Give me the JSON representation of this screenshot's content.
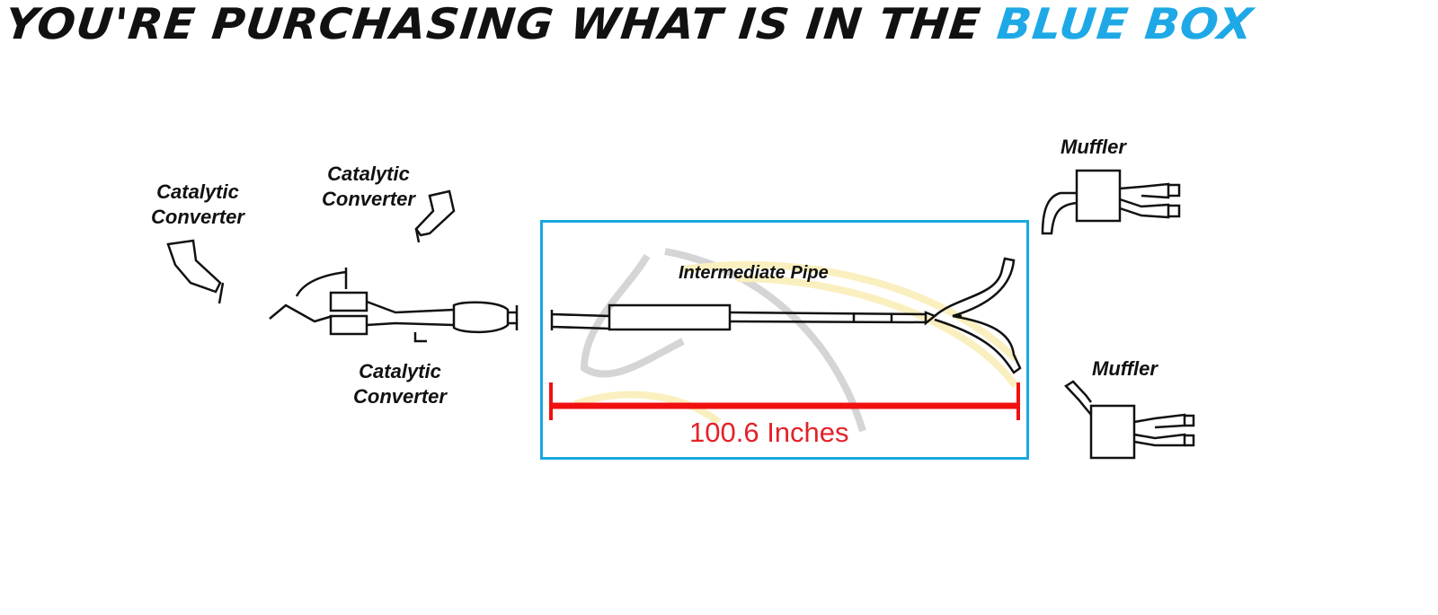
{
  "title": {
    "prefix": "YOU'RE PURCHASING WHAT IS IN THE",
    "highlight": "BLUE BOX"
  },
  "labels": {
    "cat1": [
      "Catalytic",
      "Converter"
    ],
    "cat2": [
      "Catalytic",
      "Converter"
    ],
    "cat3": [
      "Catalytic",
      "Converter"
    ],
    "intermediate_pipe": "Intermediate Pipe",
    "muffler_top": "Muffler",
    "muffler_bottom": "Muffler"
  },
  "measurement": "100.6 Inches",
  "colors": {
    "accent_blue": "#1aa7e0",
    "measure_red": "#e3222a"
  }
}
